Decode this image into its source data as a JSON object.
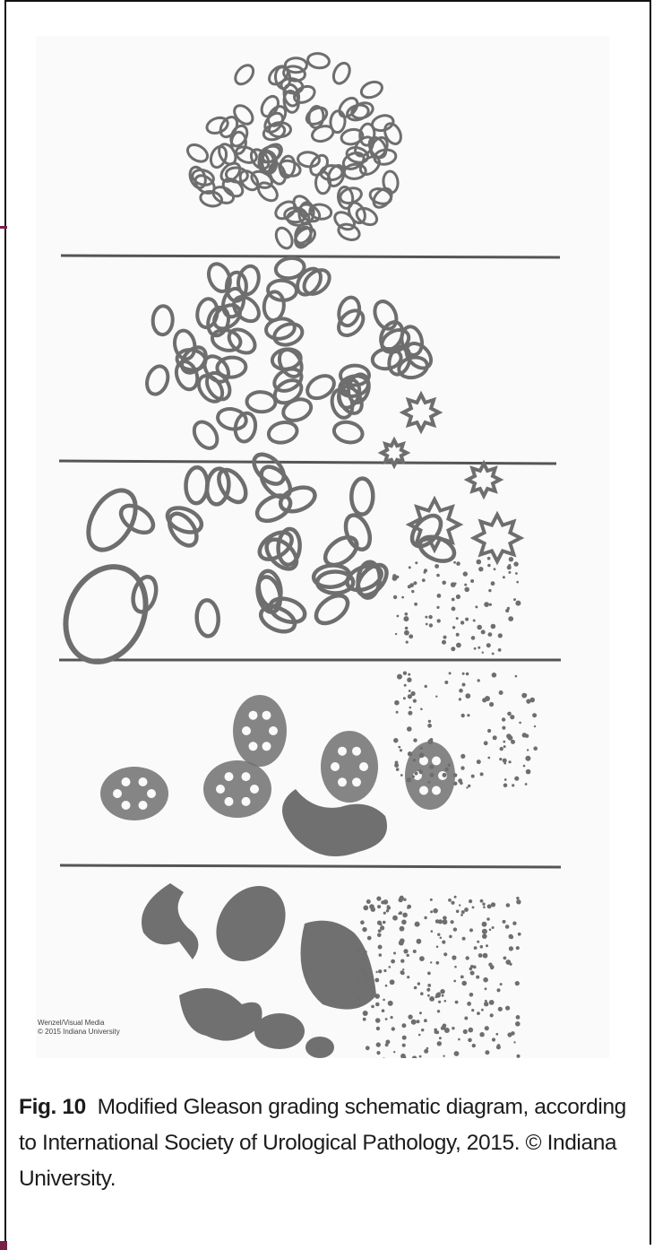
{
  "figure": {
    "credit_line1": "Wenzel/Visual Media",
    "credit_line2": "© 2015 Indiana University"
  },
  "caption": {
    "label": "Fig. 10",
    "text": "Modified Gleason grading schematic diagram, according to International Society of Urological Pathology, 2015. © Indiana University."
  },
  "colors": {
    "gland_outline": "#6e6e6e",
    "solid_tumor": "#707070",
    "divider": "#555555",
    "border_accent": "#7a1f4a"
  }
}
